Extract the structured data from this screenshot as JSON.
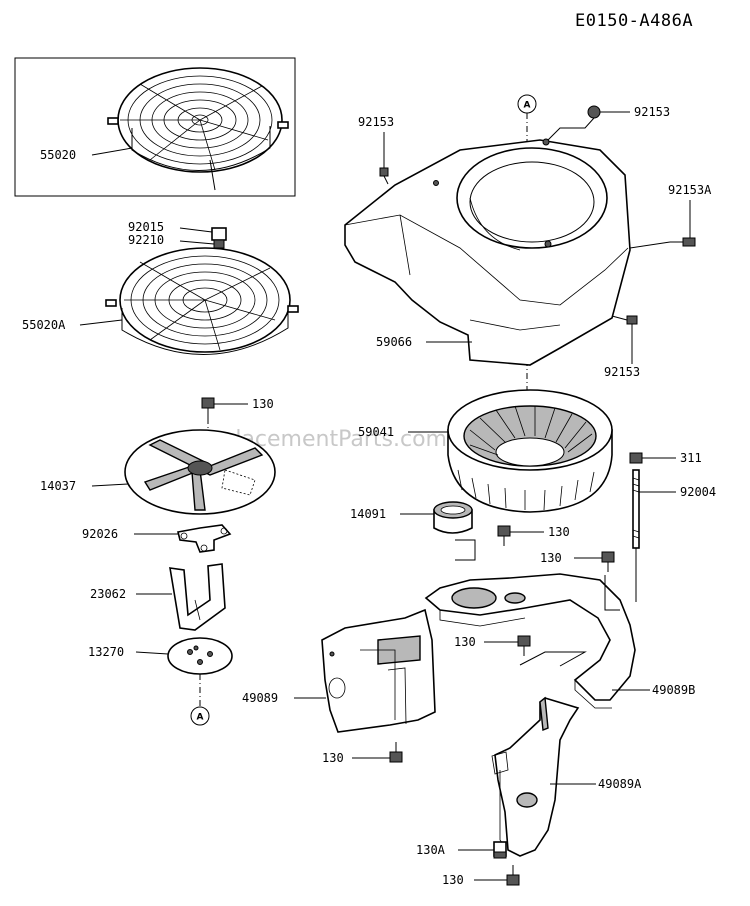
{
  "diagram_code": "E0150-A486A",
  "watermark": "eReplacementParts.com",
  "reference_marker": "A",
  "part_labels": {
    "p55020": "55020",
    "p92015": "92015",
    "p92210": "92210",
    "p55020A": "55020A",
    "p130_top_left": "130",
    "p14037": "14037",
    "p92026": "92026",
    "p23062": "23062",
    "p13270": "13270",
    "p92153_top": "92153",
    "p92153_top_right": "92153",
    "p92153A": "92153A",
    "p59066": "59066",
    "p92153_mid": "92153",
    "p59041": "59041",
    "p311": "311",
    "p92004": "92004",
    "p14091": "14091",
    "p130_mid": "130",
    "p130_right": "130",
    "p130_bracket": "130",
    "p49089": "49089",
    "p49089B": "49089B",
    "p130_bottom_left": "130",
    "p49089A": "49089A",
    "p130A": "130A",
    "p130_bottom": "130"
  }
}
